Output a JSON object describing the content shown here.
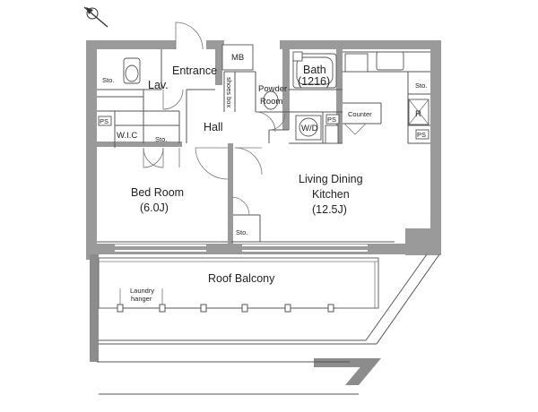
{
  "rooms": {
    "entrance": "Entrance",
    "lav": "Lav.",
    "mb": "MB",
    "bath_line1": "Bath",
    "bath_line2": "(1216)",
    "powder_line1": "Powder",
    "powder_line2": "Room",
    "shoes_box": "shoes box",
    "hall": "Hall",
    "wd": "W/D",
    "counter": "Counter",
    "wic": "W.I.C",
    "bed_line1": "Bed Room",
    "bed_line2": "(6.0J)",
    "ldk_line1": "Living Dining",
    "ldk_line2": "Kitchen",
    "ldk_line3": "(12.5J)",
    "roof_balcony": "Roof Balcony",
    "laundry_line1": "Laundry",
    "laundry_line2": "hanger",
    "refrigerator": "R"
  },
  "storage": {
    "sto_lav": "Sto.",
    "sto_wic": "Sto.",
    "sto_bed": "Sto.",
    "sto_ldk": "Sto."
  },
  "pipe_space": {
    "ps_left": "PS",
    "ps_wd": "PS",
    "ps_right": "PS"
  }
}
